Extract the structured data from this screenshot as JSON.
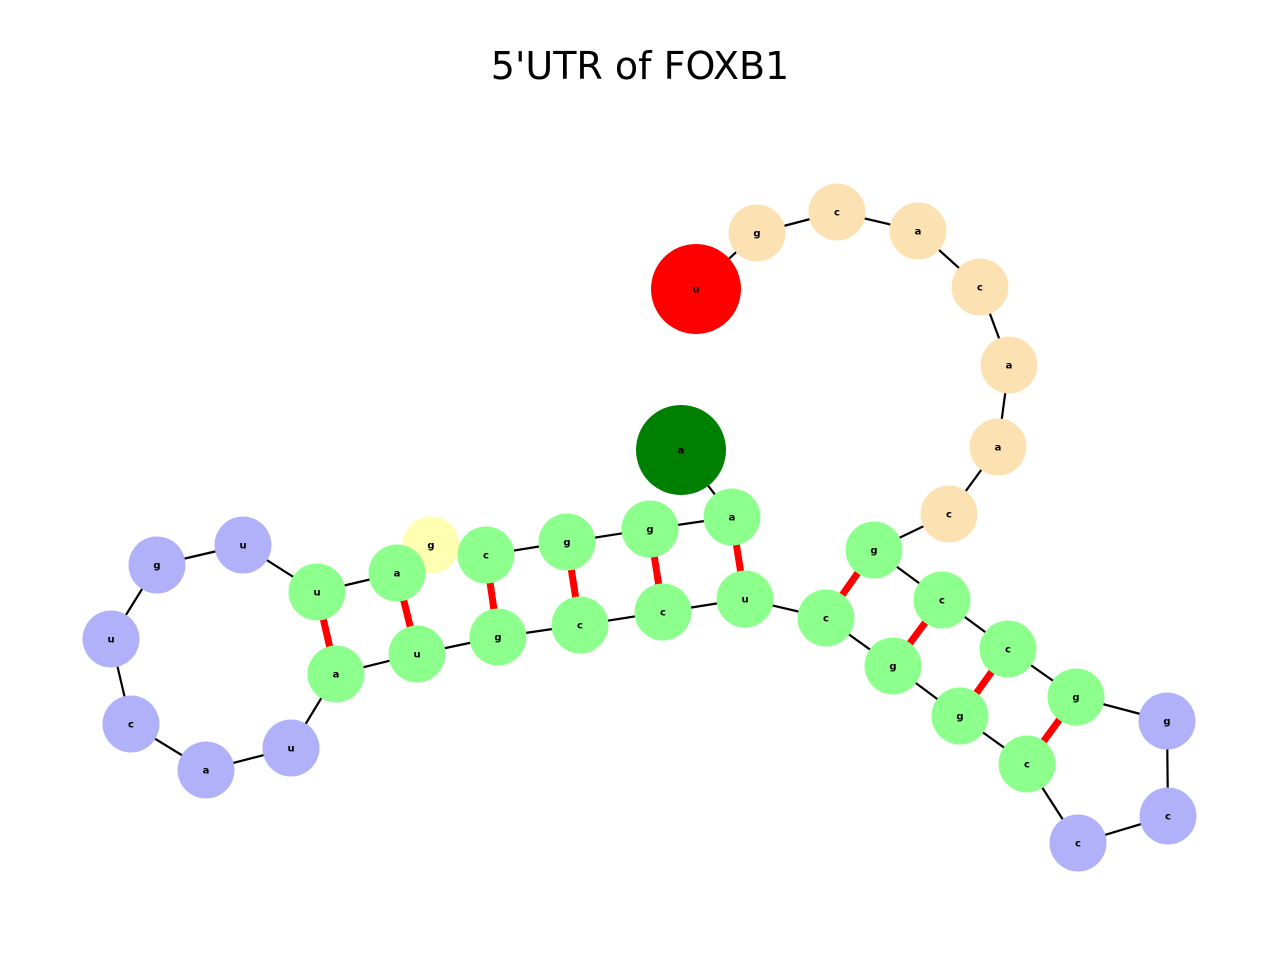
{
  "title": "5'UTR of FOXB1",
  "colors": {
    "start": "#008000",
    "end": "#FF0000",
    "stem": "#8CFF8C",
    "hairpin": "#B1B1FA",
    "bulge": "#FFFFB2",
    "loop": "#FCE2B2",
    "backbone": "#000000",
    "pair": "#FF0000"
  },
  "nucleotides": [
    {
      "base": "a",
      "type": "start"
    },
    {
      "base": "a",
      "type": "stem"
    },
    {
      "base": "g",
      "type": "stem"
    },
    {
      "base": "g",
      "type": "stem"
    },
    {
      "base": "c",
      "type": "stem"
    },
    {
      "base": "g",
      "type": "bulge"
    },
    {
      "base": "a",
      "type": "stem"
    },
    {
      "base": "u",
      "type": "stem"
    },
    {
      "base": "u",
      "type": "hairpin"
    },
    {
      "base": "g",
      "type": "hairpin"
    },
    {
      "base": "u",
      "type": "hairpin"
    },
    {
      "base": "c",
      "type": "hairpin"
    },
    {
      "base": "a",
      "type": "hairpin"
    },
    {
      "base": "u",
      "type": "hairpin"
    },
    {
      "base": "a",
      "type": "stem"
    },
    {
      "base": "u",
      "type": "stem"
    },
    {
      "base": "g",
      "type": "stem"
    },
    {
      "base": "c",
      "type": "stem"
    },
    {
      "base": "c",
      "type": "stem"
    },
    {
      "base": "u",
      "type": "stem"
    },
    {
      "base": "c",
      "type": "stem"
    },
    {
      "base": "g",
      "type": "stem"
    },
    {
      "base": "g",
      "type": "stem"
    },
    {
      "base": "c",
      "type": "stem"
    },
    {
      "base": "c",
      "type": "hairpin"
    },
    {
      "base": "c",
      "type": "hairpin"
    },
    {
      "base": "g",
      "type": "hairpin"
    },
    {
      "base": "g",
      "type": "stem"
    },
    {
      "base": "c",
      "type": "stem"
    },
    {
      "base": "c",
      "type": "stem"
    },
    {
      "base": "g",
      "type": "stem"
    },
    {
      "base": "c",
      "type": "loop"
    },
    {
      "base": "a",
      "type": "loop"
    },
    {
      "base": "a",
      "type": "loop"
    },
    {
      "base": "c",
      "type": "loop"
    },
    {
      "base": "a",
      "type": "loop"
    },
    {
      "base": "c",
      "type": "loop"
    },
    {
      "base": "g",
      "type": "loop"
    },
    {
      "base": "u",
      "type": "end"
    }
  ],
  "pairs": [
    [
      7,
      14
    ],
    [
      6,
      15
    ],
    [
      4,
      16
    ],
    [
      3,
      17
    ],
    [
      2,
      18
    ],
    [
      1,
      19
    ],
    [
      30,
      20
    ],
    [
      29,
      21
    ],
    [
      28,
      22
    ],
    [
      27,
      23
    ]
  ]
}
